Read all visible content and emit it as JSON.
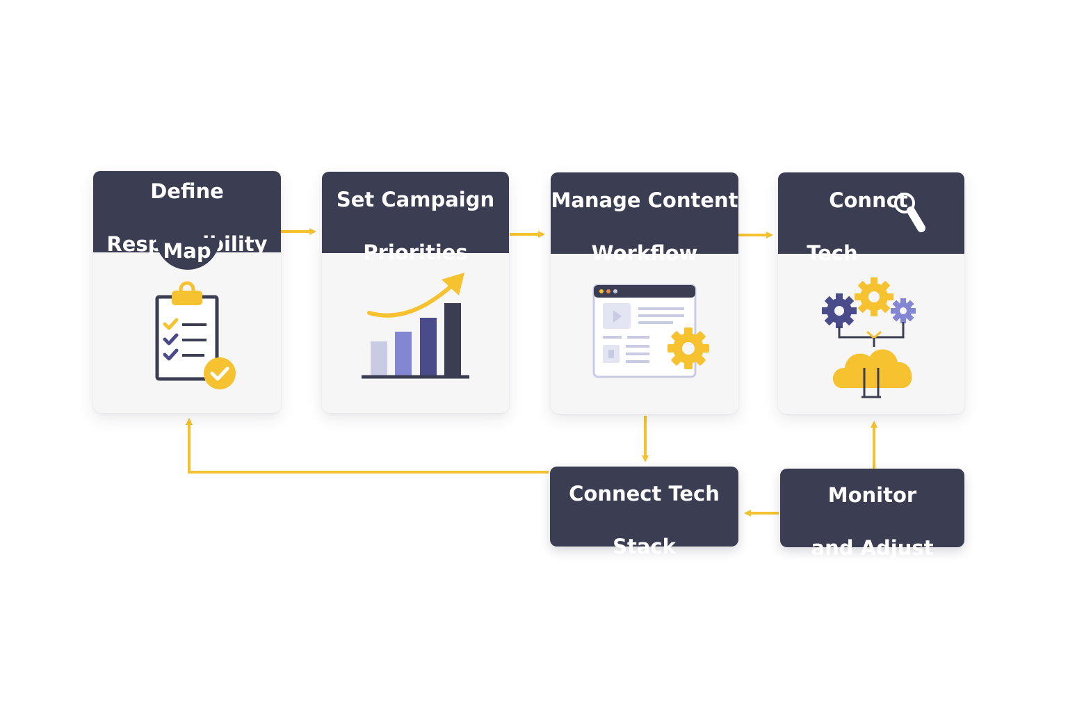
{
  "colors": {
    "dark": "#3b3d52",
    "accent": "#f7c22f",
    "lavender": "#c9cae4",
    "purple": "#8386d2",
    "indigo": "#4a4b8a",
    "card": "#f6f6f7"
  },
  "steps": [
    {
      "line1": "Define",
      "line2": "Responsibility",
      "line3": "Map",
      "icon": "clipboard-checklist-icon"
    },
    {
      "line1": "Set Campaign",
      "line2": "Priorities",
      "icon": "growth-bar-chart-icon"
    },
    {
      "line1": "Manage Content",
      "line2": "Workflow",
      "icon": "content-window-gear-icon"
    },
    {
      "line1": "Connct",
      "line2": "Tech",
      "icon": "gears-cloud-icon",
      "header_icon": "magnifier-icon"
    }
  ],
  "bottom_boxes": [
    {
      "line1": "Connect Tech",
      "line2": "Stack"
    },
    {
      "line1": "Monitor",
      "line2": "and Adjust"
    }
  ]
}
